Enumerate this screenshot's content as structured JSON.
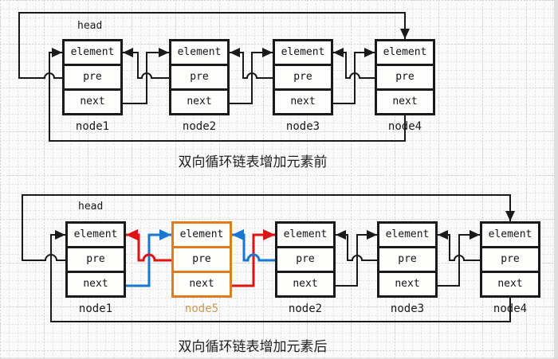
{
  "colors": {
    "line_black": "#1a1a1a",
    "arrow_red": "#dc1414",
    "arrow_blue": "#1878d0",
    "node5_border_orange": "#df7d1e",
    "node5_label_orange": "#cf9a52"
  },
  "before": {
    "head_label": "head",
    "caption": "双向循环链表增加元素前",
    "nodes": [
      {
        "label": "node1",
        "cells": [
          "element",
          "pre",
          "next"
        ]
      },
      {
        "label": "node2",
        "cells": [
          "element",
          "pre",
          "next"
        ]
      },
      {
        "label": "node3",
        "cells": [
          "element",
          "pre",
          "next"
        ]
      },
      {
        "label": "node4",
        "cells": [
          "element",
          "pre",
          "next"
        ]
      }
    ]
  },
  "after": {
    "head_label": "head",
    "caption": "双向循环链表增加元素后",
    "nodes": [
      {
        "label": "node1",
        "cells": [
          "element",
          "pre",
          "next"
        ]
      },
      {
        "label": "node5",
        "cells": [
          "element",
          "pre",
          "next"
        ]
      },
      {
        "label": "node2",
        "cells": [
          "element",
          "pre",
          "next"
        ]
      },
      {
        "label": "node3",
        "cells": [
          "element",
          "pre",
          "next"
        ]
      },
      {
        "label": "node4",
        "cells": [
          "element",
          "pre",
          "next"
        ]
      }
    ]
  }
}
